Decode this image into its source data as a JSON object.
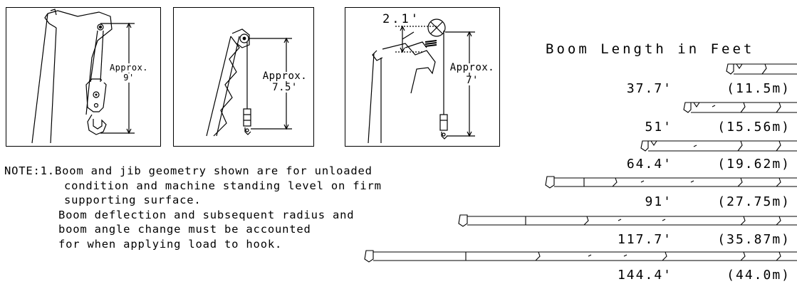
{
  "figures": [
    {
      "label_top": "Approx.",
      "label_bottom": "9'"
    },
    {
      "label_top": "Approx.",
      "label_bottom": "7.5'"
    },
    {
      "label_top": "Approx.",
      "label_bottom": "7'",
      "offset_label": "2.1'"
    }
  ],
  "note": {
    "prefix": "NOTE:1.",
    "lines": [
      "Boom and jib geometry shown are for unloaded",
      "condition and machine standing level on firm",
      "supporting surface.",
      "Boom deflection and subsequent radius and",
      "boom angle change must be accounted",
      "for when applying load to hook."
    ]
  },
  "boom_table": {
    "title": "Boom Length in Feet",
    "rows": [
      {
        "feet": "37.7'",
        "meters": "(11.5m)"
      },
      {
        "feet": "51'",
        "meters": "(15.56m)"
      },
      {
        "feet": "64.4'",
        "meters": "(19.62m)"
      },
      {
        "feet": "91'",
        "meters": "(27.75m)"
      },
      {
        "feet": "117.7'",
        "meters": "(35.87m)"
      },
      {
        "feet": "144.4'",
        "meters": "(44.0m)"
      }
    ]
  }
}
